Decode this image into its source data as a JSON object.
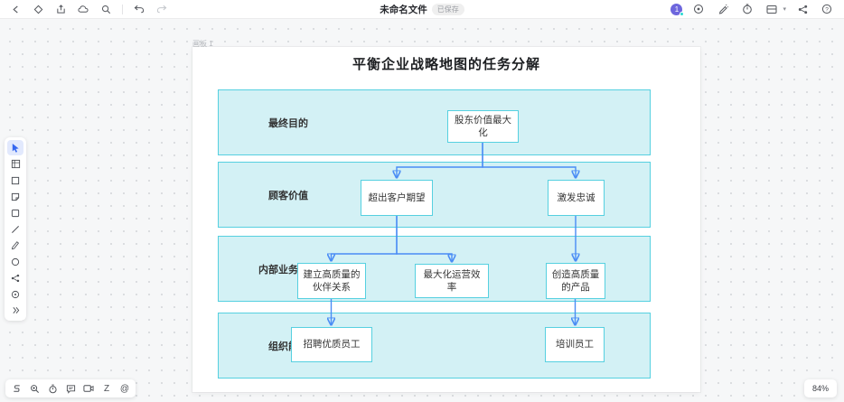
{
  "topbar": {
    "title": "未命名文件",
    "badge": "已保存",
    "avatar_text": "1"
  },
  "artboard": {
    "label": "画板 1"
  },
  "diagram": {
    "title": "平衡企业战略地图的任务分解",
    "bands": [
      {
        "label": "最终目的"
      },
      {
        "label": "顾客价值"
      },
      {
        "label": "内部业务流程"
      },
      {
        "label": "组织能力"
      }
    ],
    "nodes": {
      "shareholder": {
        "label": "股东价值最大化"
      },
      "exceed": {
        "label": "超出客户期望"
      },
      "loyalty": {
        "label": "激发忠诚"
      },
      "partnership": {
        "label": "建立高质量的伙伴关系"
      },
      "efficiency": {
        "label": "最大化运营效率"
      },
      "product": {
        "label": "创造高质量的产品"
      },
      "recruit": {
        "label": "招聘优质员工"
      },
      "training": {
        "label": "培训员工"
      }
    },
    "colors": {
      "band_fill": "#d3f1f5",
      "band_border": "#56d0e0",
      "connector": "#4a8cf5"
    }
  },
  "bottom_toolbar": {
    "z_glyph": "Z",
    "at_glyph": "@"
  },
  "zoom_control": {
    "value": "84%"
  }
}
